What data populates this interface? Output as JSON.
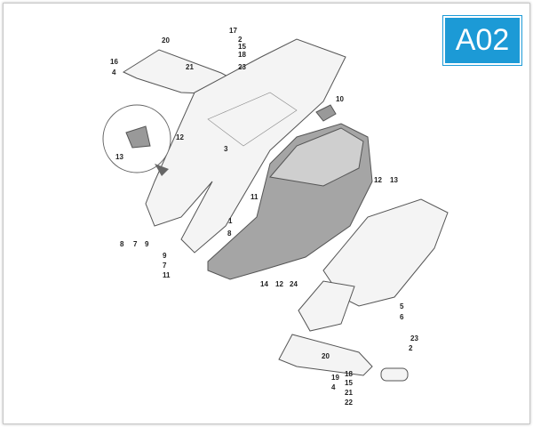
{
  "diagram_code": "A02",
  "colors": {
    "badge": "#1c9ad6",
    "part_fill": "#f4f4f4",
    "undertray_fill": "#9a9a9a"
  },
  "callouts": [
    "17",
    "20",
    "2",
    "15",
    "18",
    "21",
    "23",
    "16",
    "4",
    "10",
    "12",
    "3",
    "13",
    "11",
    "12",
    "13",
    "1",
    "8",
    "8",
    "7",
    "9",
    "9",
    "7",
    "11",
    "14",
    "12",
    "24",
    "5",
    "6",
    "23",
    "2",
    "20",
    "19",
    "18",
    "15",
    "4",
    "21",
    "22"
  ]
}
